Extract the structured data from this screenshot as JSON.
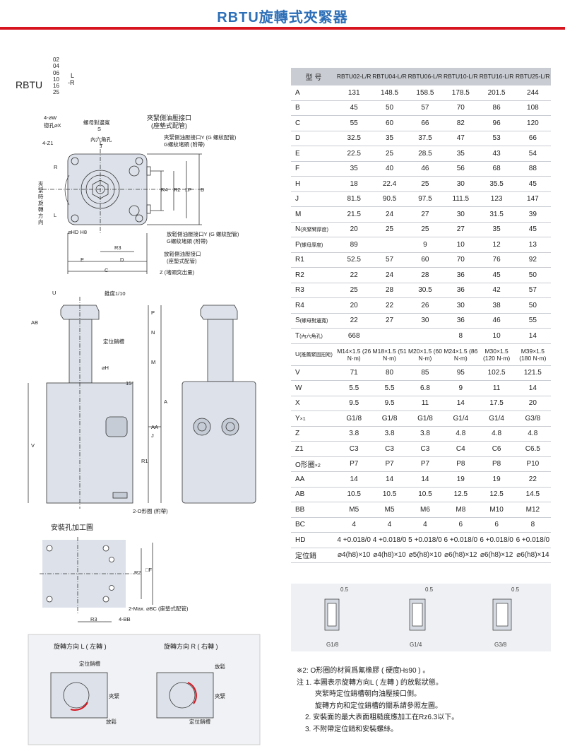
{
  "title": "RBTU旋轉式夾緊器",
  "model_code": {
    "prefix": "RBTU",
    "sizes": [
      "02",
      "04",
      "06",
      "10",
      "16",
      "25"
    ],
    "directions": [
      "L",
      "R"
    ],
    "dash": "-"
  },
  "drawing_labels": {
    "nut_width": "螺母對邊寬",
    "nut_s": "S",
    "hex_hole": "內六角孔",
    "hex_t": "T",
    "clamp_port": "夾緊側油壓接口",
    "clamp_port_sub": "(座墊式配管)",
    "clamp_port_y": "夾緊側油壓接口Y (G 螺紋配管)",
    "clamp_port_g": "G螺紋堵頭 (附帶)",
    "w_hole": "4-⌀W",
    "x_hole": "锪孔⌀X",
    "z1": "4-Z1",
    "rot_dir": "夾緊時旋轉方向",
    "r_mark": "R",
    "l_mark": "L",
    "hd": "⌀HD H8",
    "r3": "R3",
    "e": "E",
    "d": "D",
    "c": "C",
    "r4": "R4",
    "r2": "R2",
    "f": "□F",
    "b": "B",
    "release_port_y": "放鬆側油壓接口Y (G 螺紋配管)",
    "release_port_g": "G螺紋堵頭 (附帶)",
    "release_port": "放鬆側油壓接口",
    "release_port_sub": "(座墊式配管)",
    "z_protrude": "Z (堵頭突出量)",
    "u": "U",
    "taper": "錐度1/10",
    "ab": "AB",
    "pin_groove": "定位銷槽",
    "h": "⌀H",
    "angle": "15°",
    "p": "P",
    "n": "N",
    "m": "M",
    "a": "A",
    "aa": "AA",
    "j": "J",
    "r1": "R1",
    "v": "V",
    "oring": "2-O形圈 (附帶)"
  },
  "mount_section": {
    "title": "安裝孔加工圖",
    "r2": "R2",
    "f": "□F",
    "bc": "2-Max. ⌀BC (座墊式配管)",
    "r3": "R3",
    "bb": "4-BB"
  },
  "rotation": {
    "left_title": "旋轉方向 L ( 左轉 )",
    "right_title": "旋轉方向 R ( 右轉 )",
    "pin_groove": "定位銷槽",
    "clamp": "夾緊",
    "release": "放鬆"
  },
  "table": {
    "header": [
      "型 号",
      "RBTU02-L/R",
      "RBTU04-L/R",
      "RBTU06-L/R",
      "RBTU10-L/R",
      "RBTU16-L/R",
      "RBTU25-L/R"
    ],
    "rows": [
      {
        "label": "A",
        "values": [
          "131",
          "148.5",
          "158.5",
          "178.5",
          "201.5",
          "244"
        ]
      },
      {
        "label": "B",
        "values": [
          "45",
          "50",
          "57",
          "70",
          "86",
          "108"
        ]
      },
      {
        "label": "C",
        "values": [
          "55",
          "60",
          "66",
          "82",
          "96",
          "120"
        ]
      },
      {
        "label": "D",
        "values": [
          "32.5",
          "35",
          "37.5",
          "47",
          "53",
          "66"
        ]
      },
      {
        "label": "E",
        "values": [
          "22.5",
          "25",
          "28.5",
          "35",
          "43",
          "54"
        ]
      },
      {
        "label": "F",
        "values": [
          "35",
          "40",
          "46",
          "56",
          "68",
          "88"
        ]
      },
      {
        "label": "H",
        "values": [
          "18",
          "22.4",
          "25",
          "30",
          "35.5",
          "45"
        ]
      },
      {
        "label": "J",
        "values": [
          "81.5",
          "90.5",
          "97.5",
          "111.5",
          "123",
          "147"
        ]
      },
      {
        "label": "M",
        "values": [
          "21.5",
          "24",
          "27",
          "30",
          "31.5",
          "39"
        ]
      },
      {
        "label": "N",
        "note": "(夾緊臂厚度)",
        "values": [
          "20",
          "25",
          "25",
          "27",
          "35",
          "45"
        ]
      },
      {
        "label": "P",
        "note": "(螺母厚度)",
        "values": [
          "89",
          "",
          "9",
          "10",
          "12",
          "13"
        ]
      },
      {
        "label": "R1",
        "values": [
          "52.5",
          "57",
          "60",
          "70",
          "76",
          "92"
        ]
      },
      {
        "label": "R2",
        "values": [
          "22",
          "24",
          "28",
          "36",
          "45",
          "50"
        ]
      },
      {
        "label": "R3",
        "values": [
          "25",
          "28",
          "30.5",
          "36",
          "42",
          "57"
        ]
      },
      {
        "label": "R4",
        "values": [
          "20",
          "22",
          "26",
          "30",
          "38",
          "50"
        ]
      },
      {
        "label": "S",
        "note": "(螺母對邊寬)",
        "values": [
          "22",
          "27",
          "30",
          "36",
          "46",
          "55"
        ]
      },
      {
        "label": "T",
        "note": "(內六角孔)",
        "values": [
          "668",
          "",
          "",
          "8",
          "10",
          "14"
        ]
      },
      {
        "label": "U",
        "note": "(推薦緊固扭矩)",
        "tall": true,
        "values": [
          "M14×1.5 (26 N·m)",
          "M18×1.5 (51 N·m)",
          "M20×1.5 (60 N·m)",
          "M24×1.5 (86 N·m)",
          "M30×1.5 (120 N·m)",
          "M39×1.5 (180 N·m)"
        ]
      },
      {
        "label": "V",
        "values": [
          "71",
          "80",
          "85",
          "95",
          "102.5",
          "121.5"
        ]
      },
      {
        "label": "W",
        "values": [
          "5.5",
          "5.5",
          "6.8",
          "9",
          "11",
          "14"
        ]
      },
      {
        "label": "X",
        "values": [
          "9.5",
          "9.5",
          "11",
          "14",
          "17.5",
          "20"
        ]
      },
      {
        "label": "Y",
        "note": "×1",
        "values": [
          "G1/8",
          "G1/8",
          "G1/8",
          "G1/4",
          "G1/4",
          "G3/8"
        ]
      },
      {
        "label": "Z",
        "values": [
          "3.8",
          "3.8",
          "3.8",
          "4.8",
          "4.8",
          "4.8"
        ]
      },
      {
        "label": "Z1",
        "values": [
          "C3",
          "C3",
          "C3",
          "C4",
          "C6",
          "C6.5"
        ]
      },
      {
        "label": "O形圈",
        "note": "×2",
        "values": [
          "P7",
          "P7",
          "P7",
          "P8",
          "P8",
          "P10"
        ]
      },
      {
        "label": "AA",
        "values": [
          "14",
          "14",
          "14",
          "19",
          "19",
          "22"
        ]
      },
      {
        "label": "AB",
        "values": [
          "10.5",
          "10.5",
          "10.5",
          "12.5",
          "12.5",
          "14.5"
        ]
      },
      {
        "label": "BB",
        "values": [
          "M5",
          "M5",
          "M6",
          "M8",
          "M10",
          "M12"
        ]
      },
      {
        "label": "BC",
        "values": [
          "4",
          "4",
          "4",
          "6",
          "6",
          "8"
        ]
      },
      {
        "label": "HD",
        "values": [
          "4 +0.018/0",
          "4 +0.018/0",
          "5 +0.018/0",
          "6 +0.018/0",
          "6 +0.018/0",
          "6 +0.018/0"
        ]
      },
      {
        "label": "定位銷",
        "values": [
          "⌀4(h8)×10",
          "⌀4(h8)×10",
          "⌀5(h8)×10",
          "⌀6(h8)×12",
          "⌀6(h8)×12",
          "⌀6(h8)×14"
        ]
      }
    ]
  },
  "fittings": {
    "items": [
      "G1/8",
      "G1/4",
      "G3/8"
    ],
    "dim": "0.5"
  },
  "notes": {
    "n_star": "※2: O形圈的材質爲氟橡膠 ( 硬度Hs90 ) 。",
    "n1": "注 1. 本圖表示旋轉方向L ( 左轉 ) 的放鬆狀態。",
    "n1a": "夾緊時定位銷槽朝向油壓接口側。",
    "n1b": "旋轉方向和定位銷槽的關系請參照左圖。",
    "n2": "2. 安裝面的最大表面粗糙度應加工在Rz6.3以下。",
    "n3": "3. 不附帶定位銷和安裝螺絲。"
  },
  "colors": {
    "accent": "#2d6fb7",
    "red": "#d7151f",
    "body": "#dde2ea",
    "header": "#c9ccd2"
  }
}
